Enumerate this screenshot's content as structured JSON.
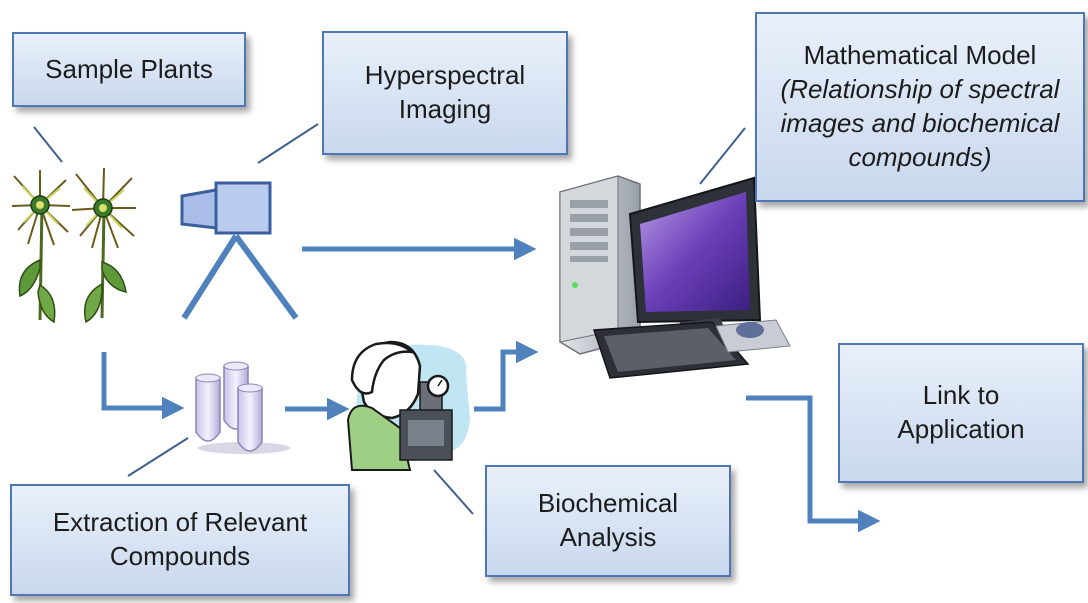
{
  "diagram": {
    "boxes": {
      "sample_plants": {
        "line1": "Sample Plants"
      },
      "hyperspectral": {
        "line1": "Hyperspectral",
        "line2": "Imaging"
      },
      "math_model": {
        "line1": "Mathematical Model",
        "line2": "(Relationship of spectral",
        "line3": "images and biochemical",
        "line4": "compounds)"
      },
      "link_app": {
        "line1": "Link to",
        "line2": "Application"
      },
      "biochemical": {
        "line1": "Biochemical",
        "line2": "Analysis"
      },
      "extraction": {
        "line1": "Extraction of Relevant",
        "line2": "Compounds"
      }
    },
    "colors": {
      "arrow": "#4f81bd",
      "box_border": "#4f77b4",
      "box_fill_top": "#e9f0fa",
      "box_fill_bottom": "#c9d8ee",
      "leader": "#3f5f8f"
    },
    "icons": [
      "plant-icon",
      "video-camera-icon",
      "test-tubes-icon",
      "scientist-icon",
      "computer-icon"
    ]
  }
}
